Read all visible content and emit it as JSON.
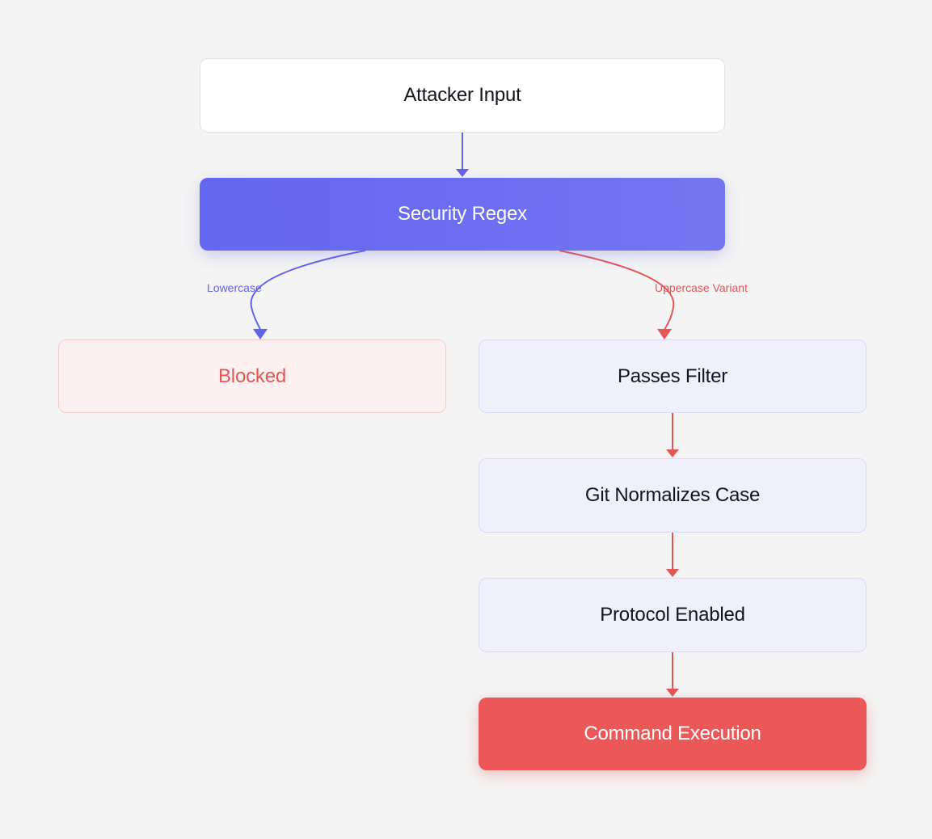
{
  "diagram": {
    "nodes": {
      "attacker_input": "Attacker Input",
      "security_regex": "Security Regex",
      "blocked": "Blocked",
      "passes_filter": "Passes Filter",
      "git_normalizes_case": "Git Normalizes Case",
      "protocol_enabled": "Protocol Enabled",
      "command_execution": "Command Execution"
    },
    "edge_labels": {
      "lowercase": "Lowercase",
      "uppercase_variant": "Uppercase Variant"
    },
    "colors": {
      "background": "#f4f4f4",
      "primary": "#6366f1",
      "danger": "#ec5757",
      "node_pale": "#f0f0fc",
      "blocked_bg": "#fdf0f0"
    }
  }
}
